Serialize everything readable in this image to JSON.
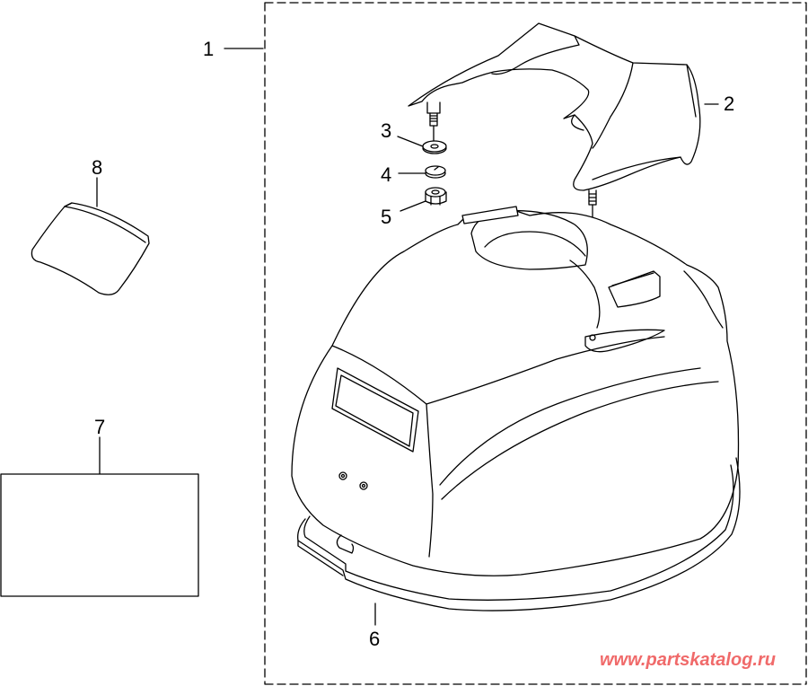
{
  "diagram": {
    "type": "exploded-parts-view",
    "subject": "engine top cowling assembly",
    "callouts": [
      {
        "number": "1",
        "part": "cowling-assembly-group"
      },
      {
        "number": "2",
        "part": "handle-cover"
      },
      {
        "number": "3",
        "part": "washer"
      },
      {
        "number": "4",
        "part": "lock-washer"
      },
      {
        "number": "5",
        "part": "nut"
      },
      {
        "number": "6",
        "part": "seal-gasket"
      },
      {
        "number": "7",
        "part": "label-decal"
      },
      {
        "number": "8",
        "part": "pad"
      }
    ]
  },
  "watermark": "www.partskatalog.ru",
  "colors": {
    "line": "#000000",
    "watermark": "#f06a6a",
    "background": "#ffffff"
  }
}
